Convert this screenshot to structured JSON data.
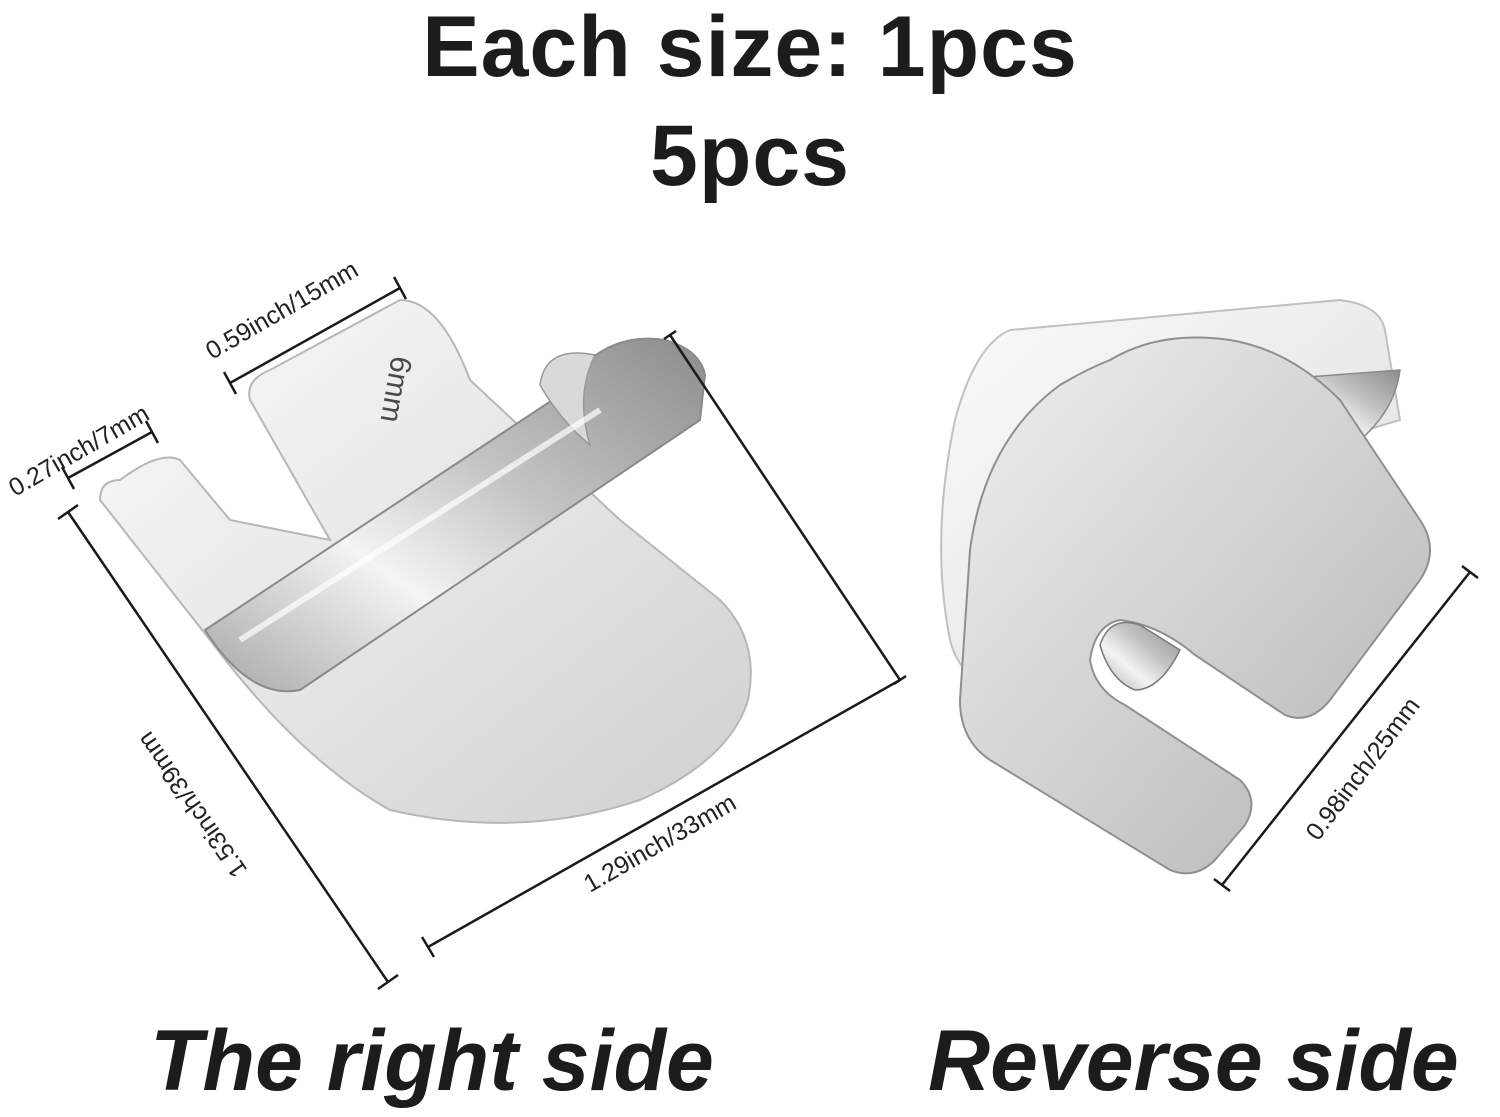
{
  "header": {
    "line1": "Each size: 1pcs",
    "line2": "5pcs"
  },
  "product": {
    "size_marking": "6mm"
  },
  "dimensions": {
    "top_width": "0.59inch/15mm",
    "slot_width": "0.27inch/7mm",
    "height": "1.53inch/39mm",
    "width": "1.29inch/33mm",
    "reverse_width": "0.98inch/25mm"
  },
  "captions": {
    "left": "The right side",
    "right": "Reverse side"
  },
  "colors": {
    "text": "#1c1c1c",
    "metal_light": "#f2f2f2",
    "metal_mid": "#c9c9c9",
    "metal_dark": "#8e8e8e"
  }
}
